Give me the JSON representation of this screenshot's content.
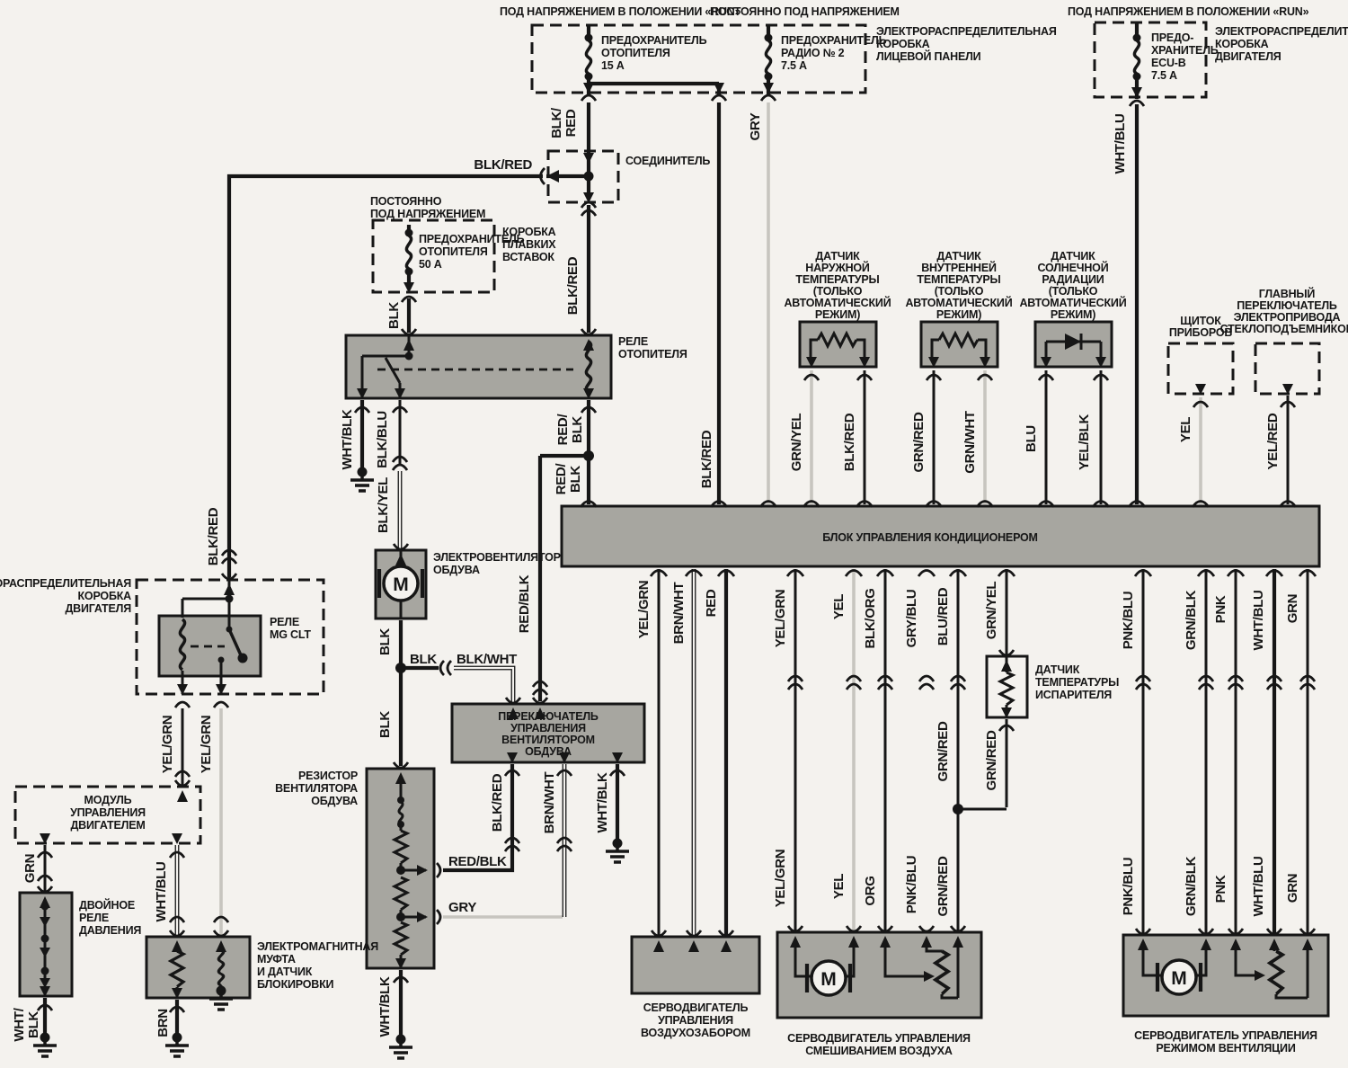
{
  "colors": {
    "background": "#f4f2ee",
    "box_fill": "#a7a6a0",
    "line": "#161616",
    "light_wire": "#c7c5bf"
  },
  "codes": {
    "blk_red": "BLK/RED",
    "blk": "BLK",
    "gry": "GRY",
    "wht_blu": "WHT/BLU",
    "yel_grn": "YEL/GRN",
    "grn": "GRN",
    "wht_blk": "WHT/BLK",
    "blk_blu": "BLK/BLU",
    "blk_yel": "BLK/YEL",
    "red_blk": "RED/BLK",
    "blk_wht": "BLK/WHT",
    "brn_wht": "BRN/WHT",
    "brn": "BRN",
    "grn_yel": "GRN/YEL",
    "grn_red": "GRN/RED",
    "grn_wht": "GRN/WHT",
    "blu": "BLU",
    "yel_blk": "YEL/BLK",
    "yel": "YEL",
    "yel_red": "YEL/RED",
    "red": "RED",
    "blk_org": "BLK/ORG",
    "org": "ORG",
    "gry_blu": "GRY/BLU",
    "blu_red": "BLU/RED",
    "pnk_blu": "PNK/BLU",
    "grn_blk": "GRN/BLK",
    "pnk": "PNK",
    "blk_sl": "BLK/",
    "red_sl": "RED/",
    "wht_sl": "WHT/"
  },
  "power": {
    "run": "ПОД НАПРЯЖЕНИЕМ В ПОЛОЖЕНИИ «RUN»",
    "constant": "ПОСТОЯННО ПОД НАПРЯЖЕНИЕМ",
    "constant2": [
      "ПОСТОЯННО",
      "ПОД НАПРЯЖЕНИЕМ"
    ]
  },
  "blocks": {
    "panel_box": {
      "lines": [
        "ЭЛЕКТРОРАСПРЕДЕЛИТЕЛЬНАЯ",
        "КОРОБКА",
        "ЛИЦЕВОЙ ПАНЕЛИ"
      ]
    },
    "engine_box": {
      "lines": [
        "ЭЛЕКТРОРАСПРЕДЕЛИТЕЛЬНАЯ",
        "КОРОБКА",
        "ДВИГАТЕЛЯ"
      ]
    },
    "fuse_heater15": {
      "lines": [
        "ПРЕДОХРАНИТЕЛЬ",
        "ОТОПИТЕЛЯ",
        "15 А"
      ]
    },
    "fuse_radio": {
      "lines": [
        "ПРЕДОХРАНИТЕЛЬ",
        "РАДИО № 2",
        "7.5 А"
      ]
    },
    "fuse_ecub": {
      "lines": [
        "ПРЕДО-",
        "ХРАНИТЕЛЬ",
        "ECU-B",
        "7.5 А"
      ]
    },
    "connector": "СОЕДИНИТЕЛЬ",
    "fusible_box": {
      "lines": [
        "КОРОБКА",
        "ПЛАВКИХ",
        "ВСТАВОК"
      ]
    },
    "fuse_heater50": {
      "lines": [
        "ПРЕДОХРАНИТЕЛЬ",
        "ОТОПИТЕЛЯ",
        "50 А"
      ]
    },
    "heater_relay": {
      "lines": [
        "РЕЛЕ",
        "ОТОПИТЕЛЯ"
      ]
    },
    "mg_relay": {
      "lines": [
        "РЕЛЕ",
        "MG CLT"
      ]
    },
    "ecm": {
      "lines": [
        "МОДУЛЬ",
        "УПРАВЛЕНИЯ",
        "ДВИГАТЕЛЕМ"
      ]
    },
    "dual_pressure_relay": {
      "lines": [
        "ДВОЙНОЕ",
        "РЕЛЕ",
        "ДАВЛЕНИЯ"
      ]
    },
    "clutch": {
      "lines": [
        "ЭЛЕКТРОМАГНИТНАЯ",
        "МУФТА",
        "И ДАТЧИК",
        "БЛОКИРОВКИ"
      ]
    },
    "fan": {
      "lines": [
        "ЭЛЕКТРОВЕНТИЛЯТОР",
        "ОБДУВА"
      ]
    },
    "fan_switch": {
      "lines": [
        "ПЕРЕКЛЮЧАТЕЛЬ",
        "УПРАВЛЕНИЯ",
        "ВЕНТИЛЯТОРОМ",
        "ОБДУВА"
      ]
    },
    "fan_resistor": {
      "lines": [
        "РЕЗИСТОР",
        "ВЕНТИЛЯТОРА",
        "ОБДУВА"
      ]
    },
    "ac_unit": "БЛОК УПРАВЛЕНИЯ КОНДИЦИОНЕРОМ",
    "ambient_sensor": {
      "lines": [
        "ДАТЧИК",
        "НАРУЖНОЙ",
        "ТЕМПЕРАТУРЫ",
        "(ТОЛЬКО",
        "АВТОМАТИЧЕСКИЙ",
        "РЕЖИМ)"
      ]
    },
    "inside_sensor": {
      "lines": [
        "ДАТЧИК",
        "ВНУТРЕННЕЙ",
        "ТЕМПЕРАТУРЫ",
        "(ТОЛЬКО",
        "АВТОМАТИЧЕСКИЙ",
        "РЕЖИМ)"
      ]
    },
    "sun_sensor": {
      "lines": [
        "ДАТЧИК",
        "СОЛНЕЧНОЙ",
        "РАДИАЦИИ",
        "(ТОЛЬКО",
        "АВТОМАТИЧЕСКИЙ",
        "РЕЖИМ)"
      ]
    },
    "cluster": {
      "lines": [
        "ЩИТОК",
        "ПРИБОРОВ"
      ]
    },
    "pw_switch": {
      "lines": [
        "ГЛАВНЫЙ",
        "ПЕРЕКЛЮЧАТЕЛЬ",
        "ЭЛЕКТРОПРИВОДА",
        "СТЕКЛОПОДЪЕМНИКОВ"
      ]
    },
    "evap_sensor": {
      "lines": [
        "ДАТЧИК",
        "ТЕМПЕРАТУРЫ",
        "ИСПАРИТЕЛЯ"
      ]
    },
    "servo_intake": {
      "lines": [
        "СЕРВОДВИГАТЕЛЬ",
        "УПРАВЛЕНИЯ",
        "ВОЗДУХОЗАБОРОМ"
      ]
    },
    "servo_mix": {
      "lines": [
        "СЕРВОДВИГАТЕЛЬ УПРАВЛЕНИЯ",
        "СМЕШИВАНИЕМ ВОЗДУХА"
      ]
    },
    "servo_mode": {
      "lines": [
        "СЕРВОДВИГАТЕЛЬ УПРАВЛЕНИЯ",
        "РЕЖИМОМ ВЕНТИЛЯЦИИ"
      ]
    },
    "motor_m": "M"
  }
}
